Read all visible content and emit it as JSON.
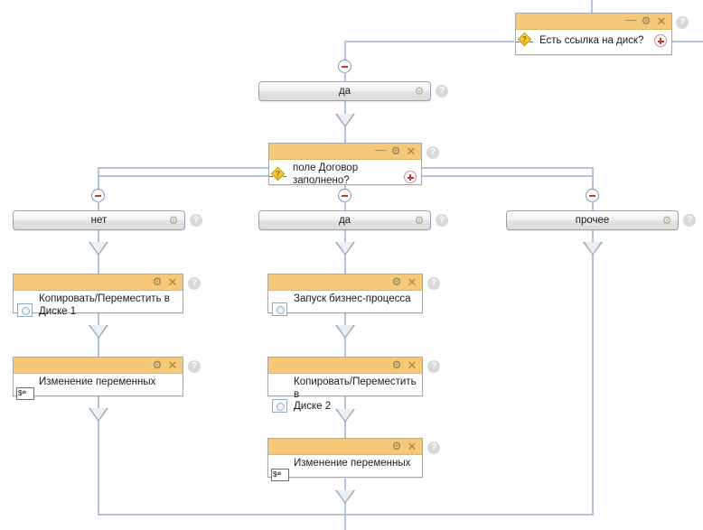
{
  "diagram": {
    "type": "business-process-flowchart",
    "language": "ru",
    "nodes": [
      {
        "id": "cond-disk-link",
        "kind": "condition",
        "label": "Есть ссылка на диск?",
        "icon": "condition-diamond-icon",
        "titlebar": {
          "minimize": "—",
          "gear": "⚙",
          "close": "✕"
        },
        "add_button": "+",
        "help": "?"
      },
      {
        "id": "branch-da-1",
        "kind": "branch-label",
        "label": "да",
        "gear": "⚙",
        "help": "?",
        "collapse": "−"
      },
      {
        "id": "cond-dogovor",
        "kind": "condition",
        "label": "поле Договор заполнено?",
        "label_line1": "поле Договор",
        "label_line2": "заполнено?",
        "icon": "condition-diamond-icon",
        "titlebar": {
          "minimize": "—",
          "gear": "⚙",
          "close": "✕"
        },
        "add_button": "+",
        "help": "?"
      },
      {
        "id": "branch-net",
        "kind": "branch-label",
        "label": "нет",
        "gear": "⚙",
        "help": "?",
        "collapse": "−"
      },
      {
        "id": "branch-da-2",
        "kind": "branch-label",
        "label": "да",
        "gear": "⚙",
        "help": "?",
        "collapse": "−"
      },
      {
        "id": "branch-prochee",
        "kind": "branch-label",
        "label": "прочее",
        "gear": "⚙",
        "help": "?",
        "collapse": "−"
      },
      {
        "id": "act-copy-disk1",
        "kind": "action",
        "label": "Копировать/Переместить в Диске 1",
        "label_line1": "Копировать/Переместить в",
        "label_line2": "Диске 1",
        "icon": "disk-action-icon",
        "titlebar": {
          "gear": "⚙",
          "close": "✕"
        },
        "help": "?"
      },
      {
        "id": "act-vars-left",
        "kind": "action",
        "label": "Изменение переменных",
        "icon": "variables-icon",
        "icon_text": "$ᵃᵇ",
        "titlebar": {
          "gear": "⚙",
          "close": "✕"
        },
        "help": "?"
      },
      {
        "id": "act-start-bp",
        "kind": "action",
        "label": "Запуск бизнес-процесса",
        "icon": "process-action-icon",
        "titlebar": {
          "gear": "⚙",
          "close": "✕"
        },
        "help": "?"
      },
      {
        "id": "act-copy-disk2",
        "kind": "action",
        "label": "Копировать/Переместить в Диске 2",
        "label_line1": "Копировать/Переместить в",
        "label_line2": "Диске 2",
        "icon": "disk-action-icon",
        "titlebar": {
          "gear": "⚙",
          "close": "✕"
        },
        "help": "?"
      },
      {
        "id": "act-vars-mid",
        "kind": "action",
        "label": "Изменение переменных",
        "icon": "variables-icon",
        "icon_text": "$ᵃᵇ",
        "titlebar": {
          "gear": "⚙",
          "close": "✕"
        },
        "help": "?"
      }
    ],
    "colors": {
      "node_header": "#f6c978",
      "connector": "#b4c4d8",
      "arrow_fill": "#eceef0",
      "arrow_stroke": "#9aa8b6",
      "accent_red": "#c0392b",
      "canvas": "#ffffff"
    }
  }
}
